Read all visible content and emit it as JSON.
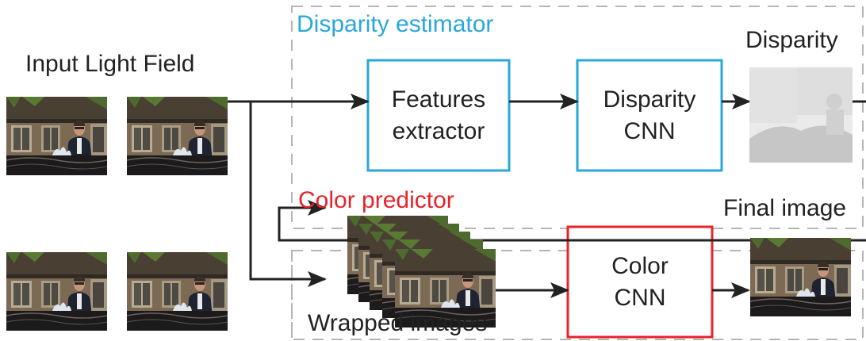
{
  "labels": {
    "input": "Input Light Field",
    "disparity_section": "Disparity estimator",
    "color_section": "Color predictor",
    "disparity_output": "Disparity",
    "final_image": "Final image",
    "wrapped_images": "Wrapped images"
  },
  "boxes": {
    "features_line1": "Features",
    "features_line2": "extractor",
    "disparity_cnn_line1": "Disparity",
    "disparity_cnn_line2": "CNN",
    "color_cnn_line1": "Color",
    "color_cnn_line2": "CNN"
  },
  "colors": {
    "disparity_accent": "#2aa7d9",
    "color_accent": "#e8232a",
    "dashed_border": "#b5b5b5",
    "arrow": "#222222"
  }
}
